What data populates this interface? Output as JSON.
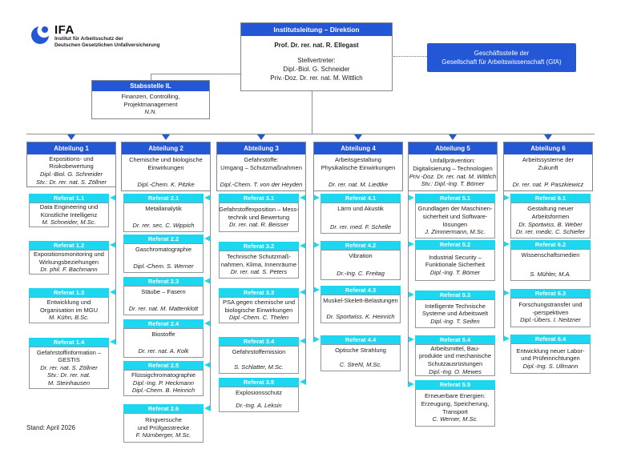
{
  "colors": {
    "primary_blue": "#2457d5",
    "referat_cyan": "#1dd7f0"
  },
  "logo": {
    "brand": "IFA",
    "subtitle1": "Institut für Arbeitsschutz der",
    "subtitle2": "Deutschen Gesetzlichen Unfallversicherung"
  },
  "direktion": {
    "title": "Institutsleitung – Direktion",
    "head": "Prof. Dr. rer. nat. R. Ellegast",
    "deputy_label": "Stellvertreter:",
    "deputies": [
      "Dipl.-Biol. G. Schneider",
      "Priv.-Doz. Dr. rer. nat. M. Wittlich"
    ]
  },
  "gfa": {
    "line1": "Geschäftsstelle der",
    "line2": "Gesellschaft für Arbeitswissenschaft (GfA)"
  },
  "stabsstelle": {
    "title": "Stabsstelle IL",
    "lines": [
      "Finanzen, Controlling,",
      "Projektmanagement"
    ],
    "name": "N.N."
  },
  "footer": {
    "stand": "Stand: April 2026"
  },
  "departments": [
    {
      "label": "Abteilung 1",
      "title": [
        "Expositions- und",
        "Risikobewertung"
      ],
      "names": [
        "Dipl.-Biol. G. Schneider",
        "Stv.: Dr. rer. nat. S. Zöllner"
      ],
      "referate": [
        {
          "label": "Referat 1.1",
          "title": [
            "Data Engineering und",
            "Künstliche Intelligenz"
          ],
          "names": [
            "M. Schneider, M.Sc."
          ]
        },
        {
          "label": "Referat 1.2",
          "title": [
            "Expositionsmonitoring und",
            "Wirkungsbeziehungen"
          ],
          "names": [
            "Dr. phil. F. Bachmann"
          ]
        },
        {
          "label": "Referat 1.3",
          "title": [
            "Entwicklung und",
            "Organisation im MGU"
          ],
          "names": [
            "M. Kühn, B.Sc."
          ]
        },
        {
          "label": "Referat 1.4",
          "title": [
            "Gefahrstoffinformation –",
            "GESTIS"
          ],
          "names": [
            "Dr. rer. nat. S. Zöllner",
            "Stv.: Dr. rer. nat.",
            "M. Steinhausen"
          ]
        }
      ]
    },
    {
      "label": "Abteilung 2",
      "title": [
        "Chemische und biologische",
        "Einwirkungen"
      ],
      "names": [
        "Dipl.-Chem. K. Pitzke"
      ],
      "referate": [
        {
          "label": "Referat 2.1",
          "title": [
            "Metallanalytik"
          ],
          "names": [
            "Dr. rer. sec. C. Wippich"
          ]
        },
        {
          "label": "Referat 2.2",
          "title": [
            "Gaschromatographie"
          ],
          "names": [
            "Dipl.-Chem. S. Werner"
          ]
        },
        {
          "label": "Referat 2.3",
          "title": [
            "Stäube – Fasern"
          ],
          "names": [
            "Dr. rer. nat. M. Mattenklott"
          ]
        },
        {
          "label": "Referat 2.4",
          "title": [
            "Biostoffe"
          ],
          "names": [
            "Dr. rer. nat. A. Kolk"
          ]
        },
        {
          "label": "Referat 2.5",
          "title": [
            "Flüssigchromatographie"
          ],
          "names": [
            "Dipl.-Ing. P. Heckmann",
            "Dipl.-Chem. B. Heinrich"
          ]
        },
        {
          "label": "Referat 2.6",
          "title": [
            "Ringversuche",
            "und Prüfgasstrecke"
          ],
          "names": [
            "F. Nürnberger, M.Sc."
          ]
        }
      ]
    },
    {
      "label": "Abteilung 3",
      "title": [
        "Gefahrstoffe:",
        "Umgang – Schutzmaßnahmen"
      ],
      "names": [
        "Dipl.-Chem. T. von der Heyden"
      ],
      "referate": [
        {
          "label": "Referat 3.1",
          "title": [
            "Gefahrstoffexposition – Mess-",
            "technik und Bewertung"
          ],
          "names": [
            "Dr. rer. nat. R. Beisser"
          ]
        },
        {
          "label": "Referat 3.2",
          "title": [
            "Technische Schutzmaß-",
            "nahmen, Klima, Innenräume"
          ],
          "names": [
            "Dr. rer. nat. S. Peters"
          ]
        },
        {
          "label": "Referat 3.3",
          "title": [
            "PSA gegen chemische und",
            "biologische Einwirkungen"
          ],
          "names": [
            "Dipl.-Chem. C. Thelen"
          ]
        },
        {
          "label": "Referat 3.4",
          "title": [
            "Gefahrstoffemission"
          ],
          "names": [
            "S. Schlatter, M.Sc."
          ]
        },
        {
          "label": "Referat 3.5",
          "title": [
            "Explosionsschutz"
          ],
          "names": [
            "Dr.-Ing. A. Leksin"
          ]
        }
      ]
    },
    {
      "label": "Abteilung 4",
      "title": [
        "Arbeitsgestaltung",
        "Physikalische Einwirkungen"
      ],
      "names": [
        "Dr. rer. nat. M. Liedtke"
      ],
      "referate": [
        {
          "label": "Referat 4.1",
          "title": [
            "Lärm und Akustik"
          ],
          "names": [
            "Dr. rer. med. F. Schelle"
          ]
        },
        {
          "label": "Referat 4.2",
          "title": [
            "Vibration"
          ],
          "names": [
            "Dr.-Ing. C. Freitag"
          ]
        },
        {
          "label": "Referat 4.3",
          "title": [
            "Muskel-Skelett-Belastungen"
          ],
          "names": [
            "Dr. Sportwiss. K. Heinrich"
          ]
        },
        {
          "label": "Referat 4.4",
          "title": [
            "Optische Strahlung"
          ],
          "names": [
            "C. Strehl, M.Sc."
          ]
        }
      ]
    },
    {
      "label": "Abteilung 5",
      "title": [
        "Unfallprävention:",
        "Digitalisierung – Technologien"
      ],
      "names": [
        "Priv.-Doz. Dr. rer. nat. M. Wittlich",
        "Stv.: Dipl.-Ing. T. Bömer"
      ],
      "referate": [
        {
          "label": "Referat 5.1",
          "title": [
            "Grundlagen der Maschinen-",
            "sicherheit und Software-",
            "lösungen"
          ],
          "names": [
            "J. Zimmermann, M.Sc."
          ]
        },
        {
          "label": "Referat 5.2",
          "title": [
            "Industrial Security –",
            "Funktionale Sicherheit"
          ],
          "names": [
            "Dipl.-Ing. T. Bömer"
          ]
        },
        {
          "label": "Referat 5.3",
          "title": [
            "Intelligente Technische",
            "Systeme und Arbeitswelt"
          ],
          "names": [
            "Dipl.-Ing. T. Seifen"
          ]
        },
        {
          "label": "Referat 5.4",
          "title": [
            "Arbeitsmittel, Bau-",
            "produkte und mechanische",
            "Schutzausrüstungen"
          ],
          "names": [
            "Dipl.-Ing. O. Mewes"
          ]
        },
        {
          "label": "Referat 5.5",
          "title": [
            "Erneuerbare Energien:",
            "Erzeugung, Speicherung,",
            "Transport"
          ],
          "names": [
            "C. Werner, M.Sc."
          ]
        }
      ]
    },
    {
      "label": "Abteilung 6",
      "title": [
        "Arbeitssysteme der",
        "Zukunft"
      ],
      "names": [
        "Dr. rer. nat. P. Paszkiewicz"
      ],
      "referate": [
        {
          "label": "Referat 6.1",
          "title": [
            "Gestaltung neuer",
            "Arbeitsformen"
          ],
          "names": [
            "Dr. Sportwiss. B. Weber",
            "Dr. rer. medic. C. Schiefer"
          ]
        },
        {
          "label": "Referat 6.2",
          "title": [
            "Wissenschaftsmedien"
          ],
          "names": [
            "S. Mühler, M.A."
          ]
        },
        {
          "label": "Referat 6.3",
          "title": [
            "Forschungstransfer und",
            "-perspektiven"
          ],
          "names": [
            "Dipl.-Übers. I. Neitzner"
          ]
        },
        {
          "label": "Referat 6.4",
          "title": [
            "Entwicklung neuer Labor-",
            "und Prüfeinrichtungen"
          ],
          "names": [
            "Dipl.-Ing. S. Ullmann"
          ]
        }
      ]
    }
  ]
}
